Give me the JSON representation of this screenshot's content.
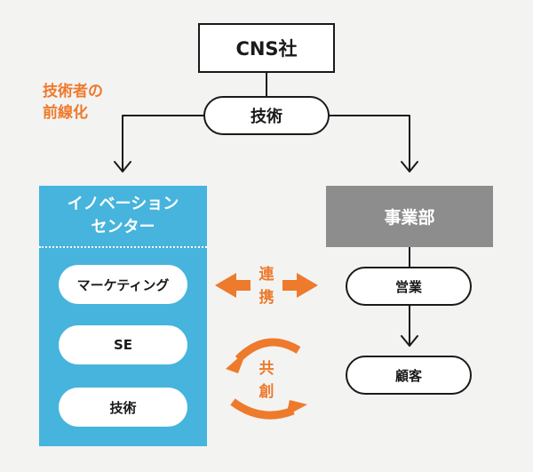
{
  "top_company": "CNS社",
  "top_tech": "技術",
  "frontline_label": [
    "技術者の",
    "前線化"
  ],
  "innovation_center": {
    "title": [
      "イノベーション",
      "センター"
    ],
    "items": [
      "マーケティング",
      "SE",
      "技術"
    ]
  },
  "business_division": "事業部",
  "sales": "営業",
  "customer": "顧客",
  "renkei": [
    "連",
    "携"
  ],
  "kyoso": [
    "共",
    "創"
  ],
  "colors": {
    "accent_orange": "#ee7a2c",
    "innovation_blue": "#46b4dc",
    "division_gray": "#8d8d8d",
    "background": "#f3f3f2"
  }
}
